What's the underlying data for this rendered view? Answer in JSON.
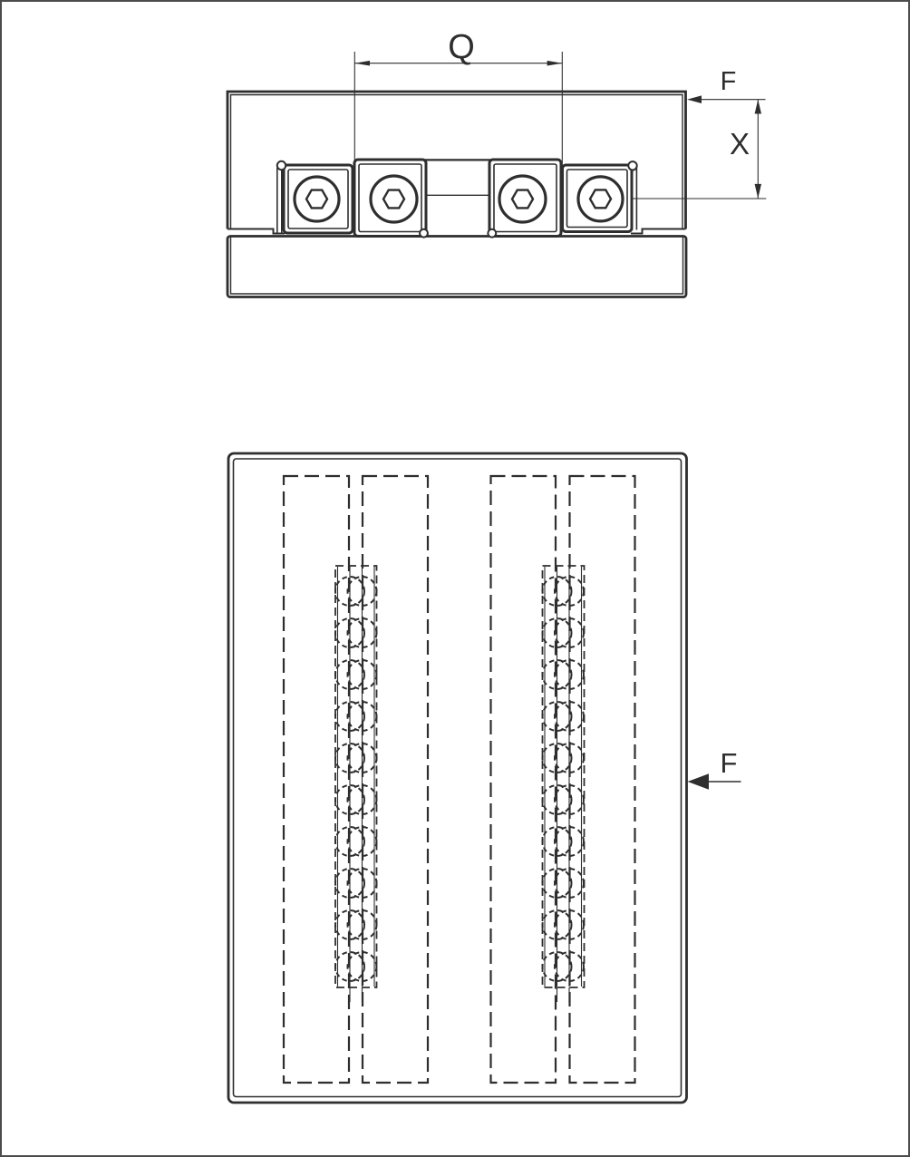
{
  "page": {
    "background": "#ffffff",
    "frame_color": "#4c4c4c"
  },
  "drawing": {
    "line_color": "#2e2e2e",
    "views": {
      "front_view": {
        "labels": {
          "q": "Q",
          "f": "F",
          "x": "X"
        }
      },
      "plan_view": {
        "labels": {
          "f": "F"
        }
      }
    }
  }
}
